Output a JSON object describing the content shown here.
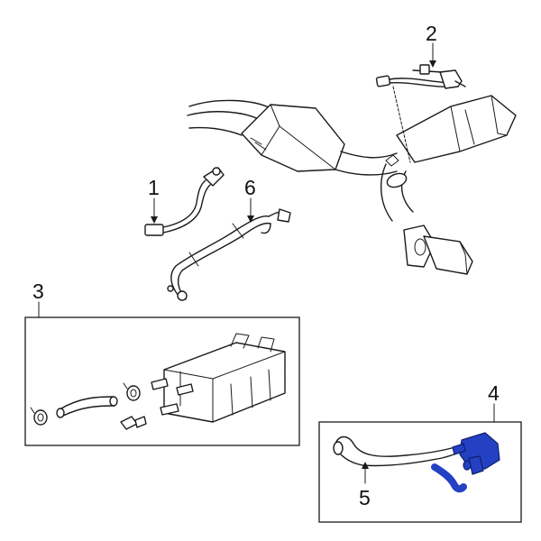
{
  "diagram": {
    "callouts": [
      {
        "id": "1",
        "label": "1"
      },
      {
        "id": "2",
        "label": "2"
      },
      {
        "id": "3",
        "label": "3"
      },
      {
        "id": "4",
        "label": "4"
      },
      {
        "id": "5",
        "label": "5"
      },
      {
        "id": "6",
        "label": "6"
      }
    ],
    "colors": {
      "line": "#1a1a1a",
      "highlight": "#2441c4",
      "background": "#ffffff"
    }
  }
}
